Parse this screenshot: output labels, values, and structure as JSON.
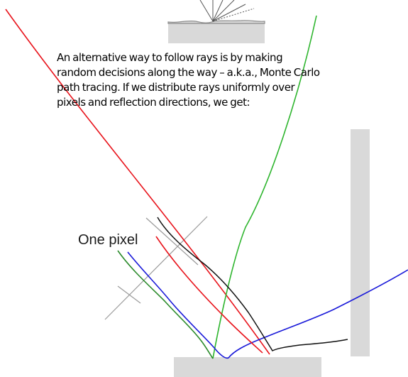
{
  "paragraph": {
    "lines": [
      "An alternative way to follow rays is by making",
      "random decisions along the way – a.k.a., Monte Carlo",
      "path tracing.  If we distribute rays uniformly over",
      "pixels and reflection directions, we get:"
    ]
  },
  "pixel_label": "One pixel",
  "colors": {
    "surface_fill": "#d9d9d9",
    "surface_edge": "#8c8c8c",
    "wall_fill": "#d9d9d9",
    "pixel_grid": "#9a9a9a",
    "ray_red": "#e8141c",
    "ray_green": "#2a8a2a",
    "ray_bright_green": "#2eb52e",
    "ray_blue": "#1a1ad9",
    "ray_black": "#111111"
  },
  "icons": {
    "top_figure": "rough-surface-with-scattered-rays"
  }
}
